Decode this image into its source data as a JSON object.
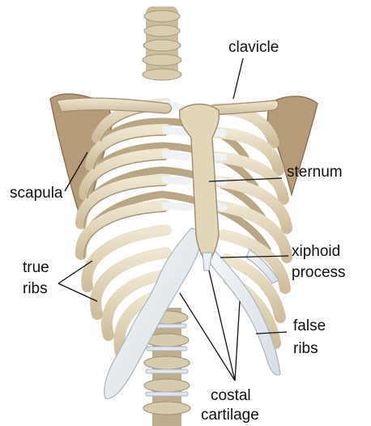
{
  "labels": {
    "clavicle": "clavicle",
    "sternum": "sternum",
    "scapula": "scapula",
    "xiphoid_line1": "xiphoid",
    "xiphoid_line2": "process",
    "true_ribs_line1": "true",
    "true_ribs_line2": "ribs",
    "false_ribs_line1": "false",
    "false_ribs_line2": "ribs",
    "costal_line1": "costal",
    "costal_line2": "cartilage"
  },
  "colors": {
    "bone": "#e6dcc3",
    "bone_shadow": "#c9b899",
    "cartilage": "#e9eef2",
    "scapula": "#b59a78",
    "spine": "#cdbf9f",
    "leader_line": "#111111"
  }
}
